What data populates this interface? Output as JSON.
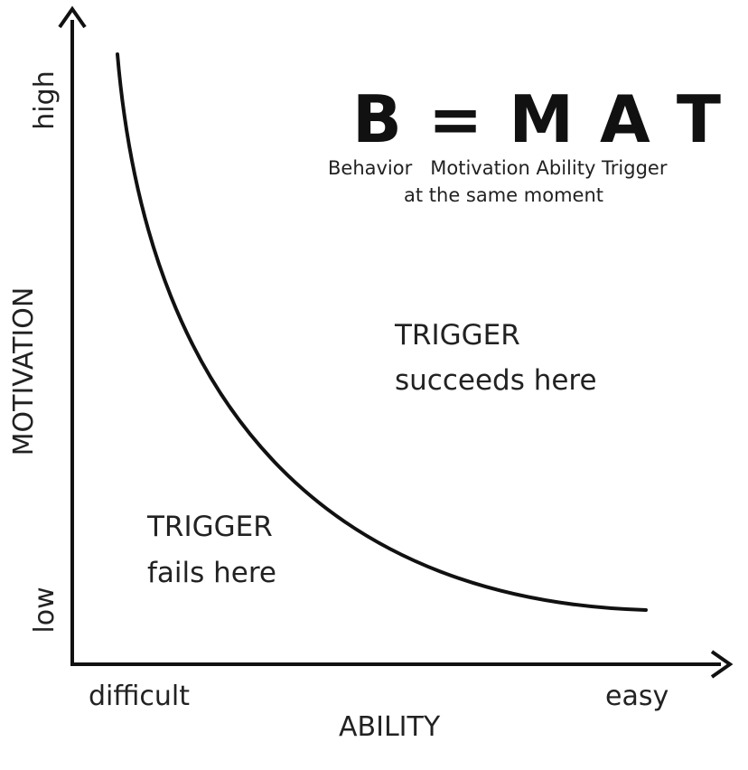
{
  "formula": {
    "equation": "B = M A T",
    "legend": "Behavior   Motivation Ability Trigger",
    "note": "at the same moment"
  },
  "zones": {
    "success_line1": "TRIGGER",
    "success_line2": "succeeds here",
    "fail_line1": "TRIGGER",
    "fail_line2": "fails here"
  },
  "axes": {
    "x_label": "ABILITY",
    "x_low": "difficult",
    "x_high": "easy",
    "y_label": "MOTIVATION",
    "y_low": "low",
    "y_high": "high"
  },
  "colors": {
    "ink": "#111111",
    "background": "#ffffff"
  }
}
